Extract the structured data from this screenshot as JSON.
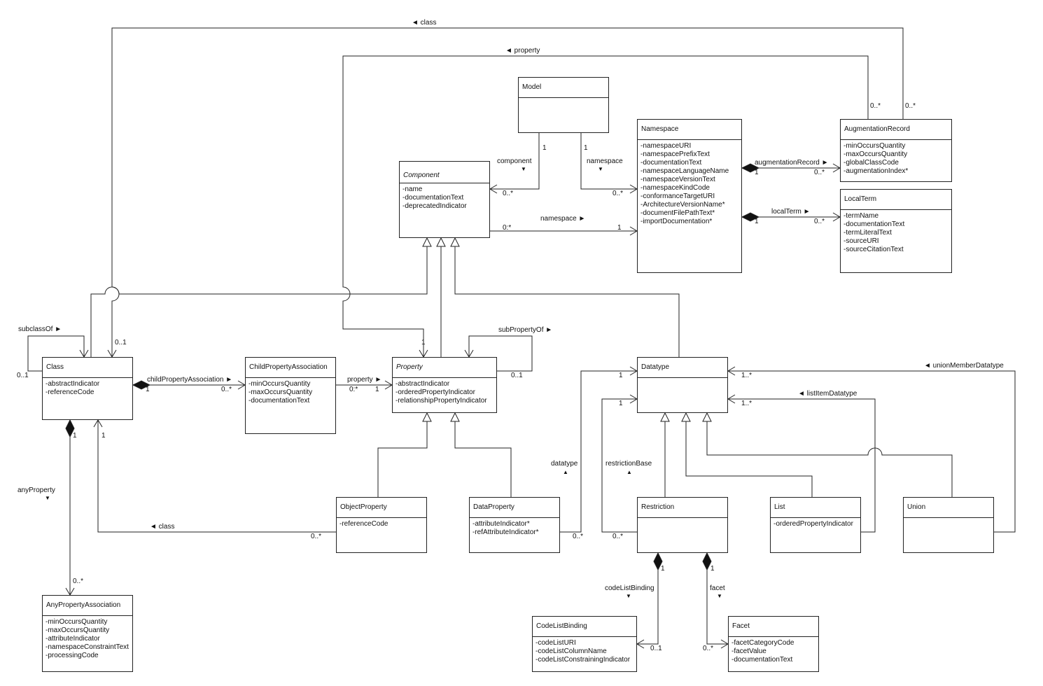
{
  "classes": {
    "model": {
      "name": "Model",
      "attrs": []
    },
    "namespace": {
      "name": "Namespace",
      "attrs": [
        "-namespaceURI",
        "-namespacePrefixText",
        "-documentationText",
        "-namespaceLanguageName",
        "-namespaceVersionText",
        "-namespaceKindCode",
        "-conformanceTargetURI",
        "-ArchitectureVersionName*",
        "-documentFilePathText*",
        "-importDocumentation*"
      ]
    },
    "augmentationRecord": {
      "name": "AugmentationRecord",
      "attrs": [
        "-minOccursQuantity",
        "-maxOccursQuantity",
        "-globalClassCode",
        "-augmentationIndex*"
      ]
    },
    "localTerm": {
      "name": "LocalTerm",
      "attrs": [
        "-termName",
        "-documentationText",
        "-termLiteralText",
        "-sourceURI",
        "-sourceCitationText"
      ]
    },
    "component": {
      "name": "Component",
      "attrs": [
        "-name",
        "-documentationText",
        "-deprecatedIndicator"
      ]
    },
    "class": {
      "name": "Class",
      "attrs": [
        "-abstractIndicator",
        "-referenceCode"
      ]
    },
    "childPropertyAssociation": {
      "name": "ChildPropertyAssociation",
      "attrs": [
        "-minOccursQuantity",
        "-maxOccursQuantity",
        "-documentationText"
      ]
    },
    "property": {
      "name": "Property",
      "attrs": [
        "-abstractIndicator",
        "-orderedPropertyIndicator",
        "-relationshipPropertyIndicator"
      ]
    },
    "datatype": {
      "name": "Datatype",
      "attrs": []
    },
    "objectProperty": {
      "name": "ObjectProperty",
      "attrs": [
        "-referenceCode"
      ]
    },
    "dataProperty": {
      "name": "DataProperty",
      "attrs": [
        "-attributeIndicator*",
        "-refAttributeIndicator*"
      ]
    },
    "restriction": {
      "name": "Restriction",
      "attrs": []
    },
    "list": {
      "name": "List",
      "attrs": [
        "-orderedPropertyIndicator"
      ]
    },
    "union": {
      "name": "Union",
      "attrs": []
    },
    "anyPropertyAssociation": {
      "name": "AnyPropertyAssociation",
      "attrs": [
        "-minOccursQuantity",
        "-maxOccursQuantity",
        "-attributeIndicator",
        "-namespaceConstraintText",
        "-processingCode"
      ]
    },
    "codeListBinding": {
      "name": "CodeListBinding",
      "attrs": [
        "-codeListURI",
        "-codeListColumnName",
        "-codeListConstrainingIndicator"
      ]
    },
    "facet": {
      "name": "Facet",
      "attrs": [
        "-facetCategoryCode",
        "-facetValue",
        "-documentationText"
      ]
    }
  },
  "labels": {
    "classTop": "◄ class",
    "propertyTop": "◄ property",
    "augMult1": "0..*",
    "augMult2": "0..*",
    "modelCompOne": "1",
    "modelNsOne": "1",
    "componentRole": "component",
    "componentArrow": "▼",
    "namespaceRole": "namespace",
    "namespaceArrow": "▼",
    "compMany": "0..*",
    "nsMany": "0..*",
    "augRecRole": "augmentationRecord ►",
    "augRecOne": "1",
    "augRecMany": "0..*",
    "localTermRole": "localTerm ►",
    "localTermOne": "1",
    "localTermMany": "0..*",
    "compNsRole": "namespace ►",
    "compNsMany": "0:*",
    "compNsOne": "1",
    "subclassOf": "subclassOf ►",
    "classSelfMult": "0..1",
    "classTopMult": "0..1",
    "propTopOne": "1",
    "subPropertyOf": "subPropertyOf ►",
    "propSelfMult": "0..1",
    "childPropRole": "childPropertyAssociation ►",
    "childPropOne": "1",
    "childPropMany": "0..*",
    "propertyRole": "property ►",
    "propMany": "0:*",
    "propOne": "1",
    "unionMemberDatatype": "◄ unionMemberDatatype",
    "listItemDatatype": "◄ listItemDatatype",
    "dtUnionMult": "1..*",
    "dtListMult": "1..*",
    "dtDataOne": "1",
    "dtRestrOne": "1",
    "datatypeRole": "datatype",
    "datatypeArrow": "▲",
    "restrictionBaseRole": "restrictionBase",
    "restrictionBaseArrow": "▲",
    "dataPropMany": "0..*",
    "restrMany": "0..*",
    "classAssocRole": "◄ class",
    "objPropMany": "0..*",
    "objClassOne": "1",
    "classAnyOne": "1",
    "anyPropertyRole": "anyProperty",
    "anyPropertyArrow": "▼",
    "anyMany": "0..*",
    "codeListBindingRole": "codeListBinding",
    "codeListBindingArrow": "▼",
    "facetRole": "facet",
    "facetArrow": "▼",
    "restrCodeOne": "1",
    "restrFacetOne": "1",
    "codeMult": "0..1",
    "facetMany": "0..*"
  }
}
